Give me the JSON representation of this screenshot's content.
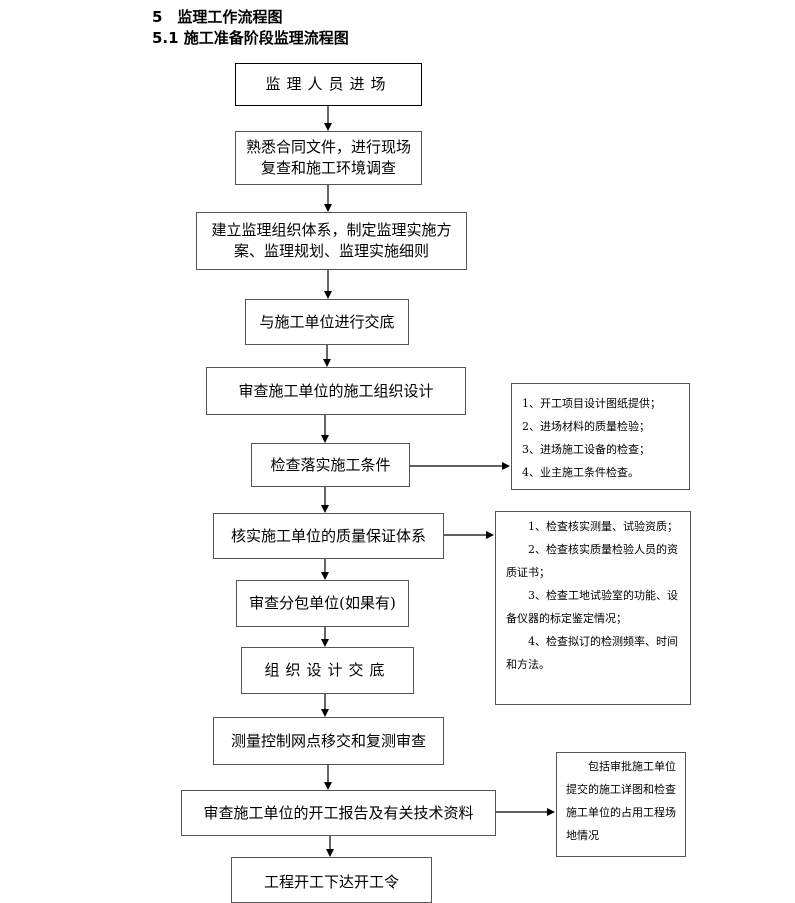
{
  "headings": {
    "section": "5　监理工作流程图",
    "subsection": "5.1 施工准备阶段监理流程图"
  },
  "flow": {
    "steps": [
      "监理人员进场",
      "熟悉合同文件，进行现场复查和施工环境调查",
      "建立监理组织体系，制定监理实施方案、监理规划、监理实施细则",
      "与施工单位进行交底",
      "审查施工单位的施工组织设计",
      "检查落实施工条件",
      "核实施工单位的质量保证体系",
      "审查分包单位(如果有)",
      "组织设计交底",
      "测量控制网点移交和复测审查",
      "审查施工单位的开工报告及有关技术资料",
      "工程开工下达开工令"
    ]
  },
  "notes": {
    "conditions": [
      "1、开工项目设计图纸提供；",
      "2、进场材料的质量检验；",
      "3、进场施工设备的检查；",
      "4、业主施工条件检查。"
    ],
    "quality": [
      "1、检查核实测量、试验资质；",
      "2、检查核实质量检验人员的资质证书；",
      "3、检查工地试验室的功能、设备仪器的标定鉴定情况；",
      "4、检查拟订的检测频率、时间和方法。"
    ],
    "report": "包括审批施工单位提交的施工详图和检查施工单位的占用工程场地情况"
  }
}
